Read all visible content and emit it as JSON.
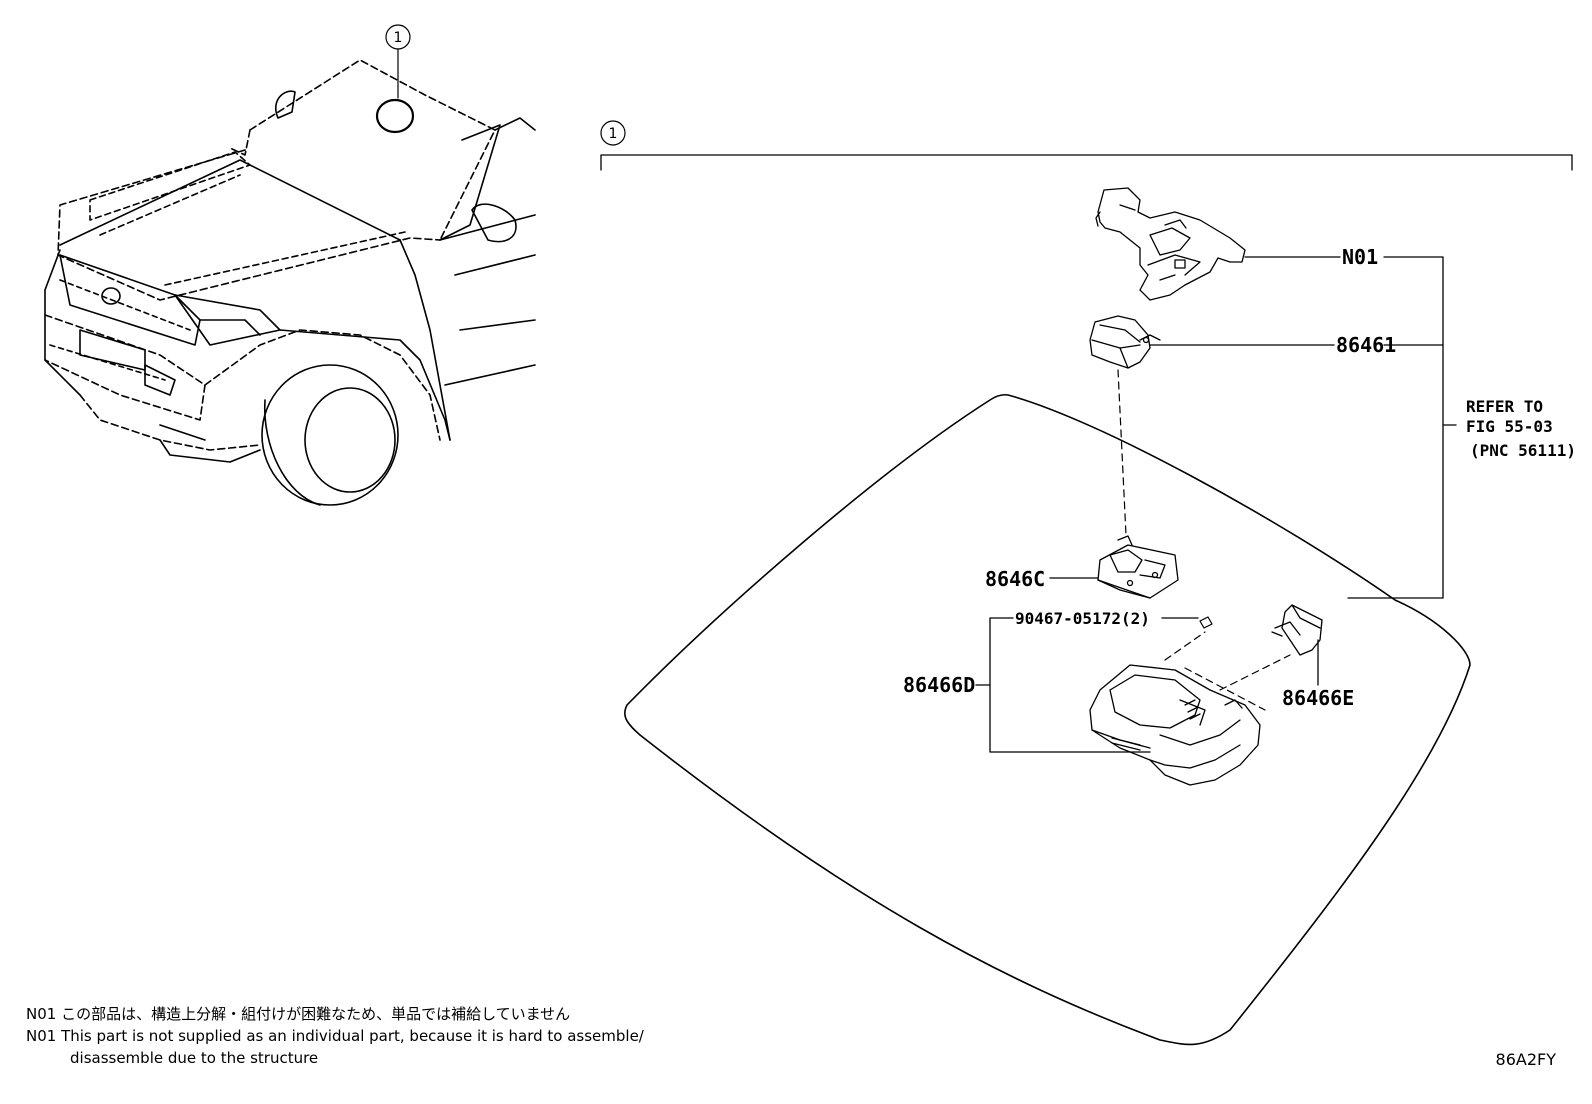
{
  "callouts": {
    "vehicle_ref": "1",
    "assembly_ref": "1"
  },
  "parts": {
    "p1": "N01",
    "p2": "86461",
    "p3": "8646C",
    "p4": "90467-05172(2)",
    "p5": "86466D",
    "p6": "86466E"
  },
  "refer": {
    "line1": "REFER TO",
    "line2": "FIG 55-03",
    "line3": "(PNC 56111)"
  },
  "notes": {
    "jp": "N01 この部品は、構造上分解・組付けが困難なため、単品では補給していません",
    "en1": "N01 This part is not supplied as an individual part, because it is hard to assemble/",
    "en2": "disassemble due to the structure"
  },
  "figure_code": "86A2FY"
}
